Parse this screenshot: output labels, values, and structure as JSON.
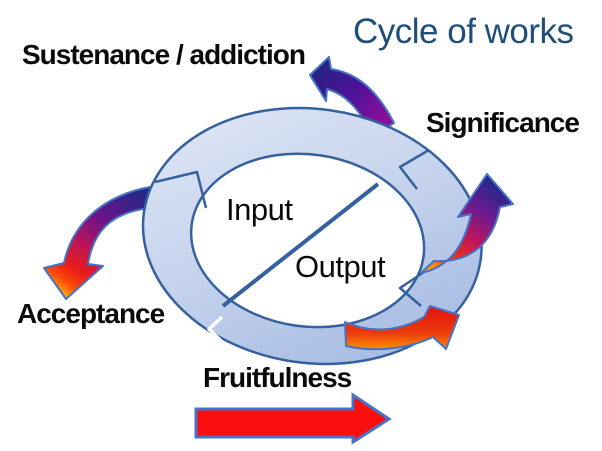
{
  "title": "Cycle of works",
  "labels": {
    "sustenance": "Sustenance / addiction",
    "significance": "Significance",
    "acceptance": "Acceptance",
    "fruitfulness": "Fruitfulness",
    "input": "Input",
    "output": "Output"
  },
  "diagram": {
    "type": "cycle",
    "ring_segments": 4,
    "arrows": [
      {
        "name": "arrow-to-sustenance",
        "direction": "up-left",
        "gradient": [
          "#8A0F9B",
          "#232380"
        ]
      },
      {
        "name": "arrow-to-acceptance",
        "direction": "down",
        "gradient": [
          "#27278A",
          "#FF9D00"
        ]
      },
      {
        "name": "arrow-to-significance",
        "direction": "up",
        "gradient": [
          "#FF9300",
          "#26268A"
        ]
      },
      {
        "name": "arrow-fruitfulness-curved",
        "direction": "up-right",
        "gradient": [
          "#E3140B",
          "#FFA000"
        ]
      },
      {
        "name": "arrow-fruitfulness-straight",
        "direction": "right",
        "fill": "#FA0E0E"
      }
    ],
    "colors": {
      "title_text": "#1F4E79",
      "label_text": "#0a0a0a",
      "ring_fill_light": "#DCE4F4",
      "ring_fill_dark": "#A5BBE2",
      "ring_stroke": "#35619F",
      "arrow_outline": "#4573C5",
      "straight_arrow_fill": "#FA0E0E"
    }
  }
}
